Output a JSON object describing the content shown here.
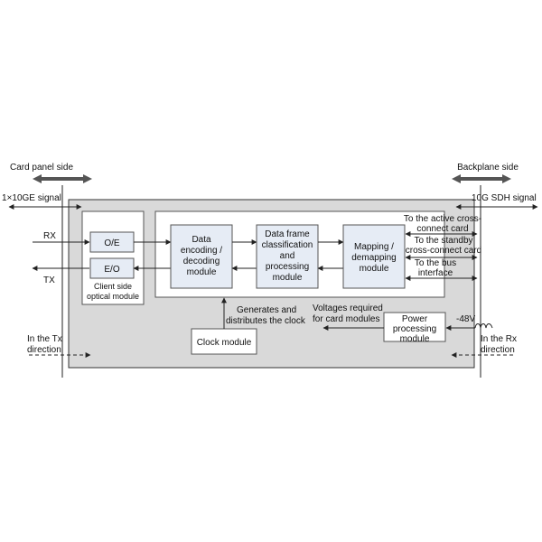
{
  "labels": {
    "card_panel_side": "Card panel side",
    "backplane_side": "Backplane side",
    "signal_10ge": "1×10GE signal",
    "signal_10g_sdh": "10G SDH signal",
    "rx": "RX",
    "tx": "TX",
    "tx_direction": [
      "In the Tx",
      "direction"
    ],
    "rx_direction": [
      "In the Rx",
      "direction"
    ],
    "neg_48v": "-48V",
    "active_cc": [
      "To the active cross-",
      "connect card"
    ],
    "standby_cc": [
      "To the standby",
      "cross-connect card"
    ],
    "bus_interface": [
      "To the bus",
      "interface"
    ],
    "generates_clock": [
      "Generates and",
      "distributes the clock"
    ],
    "voltages_required": [
      "Voltages required",
      "for card modules"
    ]
  },
  "modules": {
    "oe": [
      "O/E"
    ],
    "eo": [
      "E/O"
    ],
    "client_optical": [
      "Client side",
      "optical module"
    ],
    "data_encoding": [
      "Data",
      "encoding /",
      "decoding",
      "module"
    ],
    "data_frame": [
      "Data frame",
      "classification",
      "and",
      "processing",
      "module"
    ],
    "mapping": [
      "Mapping /",
      "demapping",
      "module"
    ],
    "clock": [
      "Clock module"
    ],
    "power": [
      "Power",
      "processing",
      "module"
    ]
  }
}
